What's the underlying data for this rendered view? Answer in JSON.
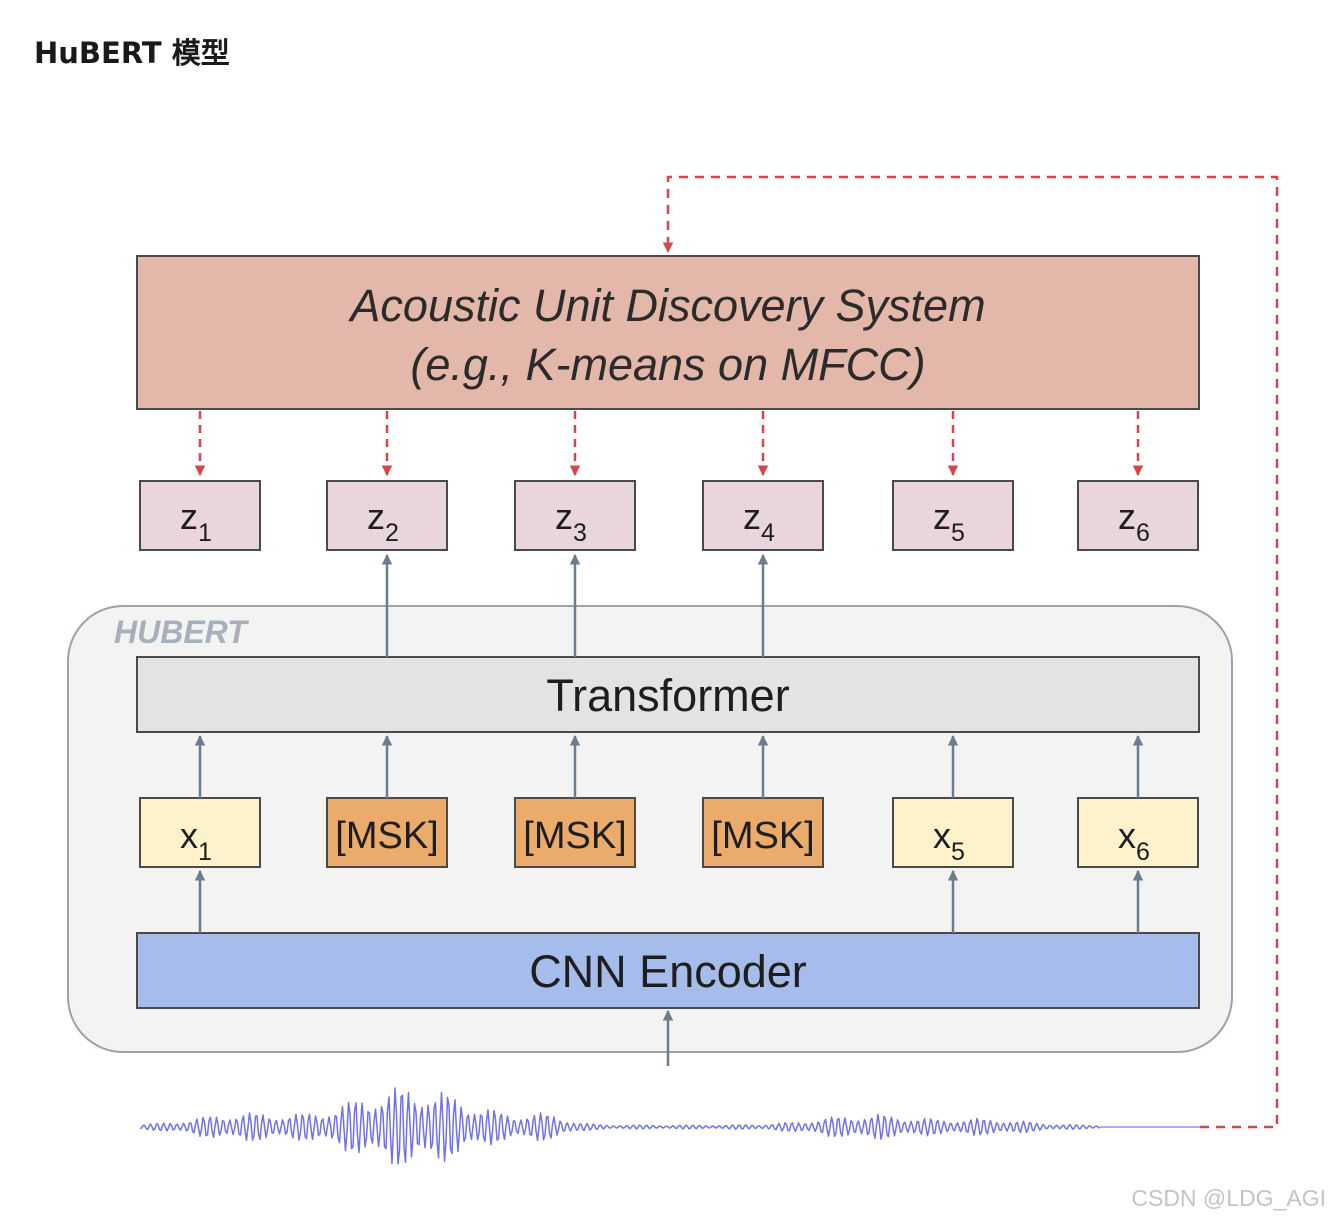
{
  "page": {
    "title": "HuBERT 模型",
    "watermark": "CSDN @LDG_AGI"
  },
  "diagram": {
    "acoustic_system": {
      "line1": "Acoustic Unit Discovery System",
      "line2": "(e.g., K-means on MFCC)"
    },
    "targets": [
      {
        "base": "z",
        "sub": "1"
      },
      {
        "base": "z",
        "sub": "2"
      },
      {
        "base": "z",
        "sub": "3"
      },
      {
        "base": "z",
        "sub": "4"
      },
      {
        "base": "z",
        "sub": "5"
      },
      {
        "base": "z",
        "sub": "6"
      }
    ],
    "hubert_label": "HUBERT",
    "transformer_label": "Transformer",
    "inputs": [
      {
        "base": "x",
        "sub": "1",
        "masked": false
      },
      {
        "base": "[MSK]",
        "sub": "",
        "masked": true
      },
      {
        "base": "[MSK]",
        "sub": "",
        "masked": true
      },
      {
        "base": "[MSK]",
        "sub": "",
        "masked": true
      },
      {
        "base": "x",
        "sub": "5",
        "masked": false
      },
      {
        "base": "x",
        "sub": "6",
        "masked": false
      }
    ],
    "cnn_label": "CNN Encoder",
    "colors": {
      "acoustic_fill": "#e3b7a9",
      "target_fill": "#e8d5de",
      "transformer_fill": "#e3e3e3",
      "input_fill": "#fdf2cc",
      "mask_fill": "#eaab6b",
      "cnn_fill": "#a6bdec",
      "hubert_fill": "#f3f3f3",
      "dashed_arrow": "#d9444a",
      "solid_arrow": "#6b7c8e",
      "waveform": "#6f72f0"
    }
  }
}
